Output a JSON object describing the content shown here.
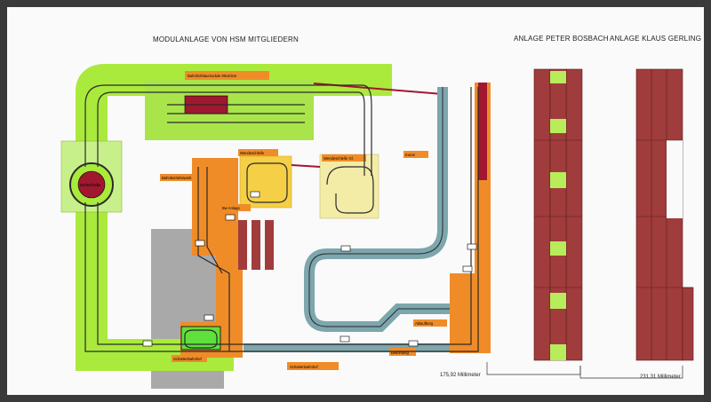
{
  "titles": {
    "main": "MODULANLAGE VON HSM MITGLIEDERN",
    "peter": "ANLAGE PETER BOSBACH",
    "klaus": "ANLAGE KLAUS GERLING"
  },
  "labels": {
    "top_station": "Bahnhofstaumodule 90x40cm",
    "turntable": "Drehscheibe",
    "shadow_station": "Schattenbahnhof",
    "bw": "Bahnbetriebswerk",
    "small_loop": "Wendeschleife",
    "right_loop": "Wendeschleife Gl.",
    "curve_right": "Kurve",
    "bottom_straight": "Schattenbahnhof",
    "depot": "Bw Anlage",
    "small_right": "Ablaufberg",
    "coal": "Bekohlung"
  },
  "measures": {
    "peter": "175,92 Millimeter",
    "klaus": "231,31 Millimeter"
  },
  "colors": {
    "lime": "#aaea3c",
    "lightlime": "#c8f08a",
    "orange": "#f08c28",
    "yellow": "#f5cf45",
    "paleyellow": "#f3eca6",
    "maroon": "#a03c3c",
    "darkred": "#a01830",
    "grey": "#a8a8a8",
    "track": "#2a2a2a",
    "teal": "#7da6ad",
    "green": "#5fe03a"
  }
}
